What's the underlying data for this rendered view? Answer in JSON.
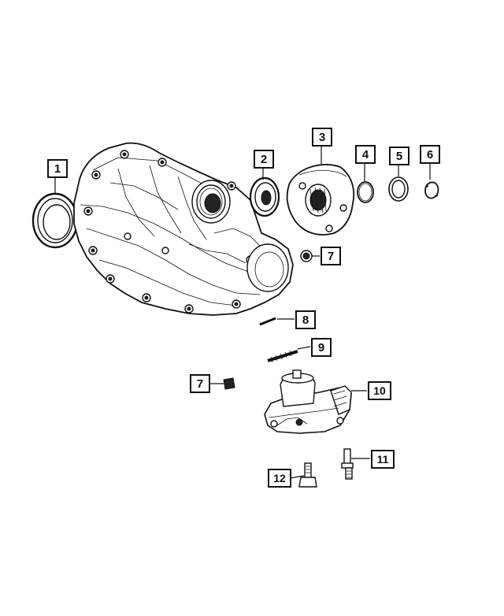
{
  "diagram": {
    "callouts": [
      {
        "id": "c1",
        "label": "1"
      },
      {
        "id": "c2",
        "label": "2"
      },
      {
        "id": "c3",
        "label": "3"
      },
      {
        "id": "c4",
        "label": "4"
      },
      {
        "id": "c5",
        "label": "5"
      },
      {
        "id": "c6",
        "label": "6"
      },
      {
        "id": "c7a",
        "label": "7"
      },
      {
        "id": "c8",
        "label": "8"
      },
      {
        "id": "c9",
        "label": "9"
      },
      {
        "id": "c7b",
        "label": "7"
      },
      {
        "id": "c10",
        "label": "10"
      },
      {
        "id": "c11",
        "label": "11"
      },
      {
        "id": "c12",
        "label": "12"
      }
    ]
  }
}
